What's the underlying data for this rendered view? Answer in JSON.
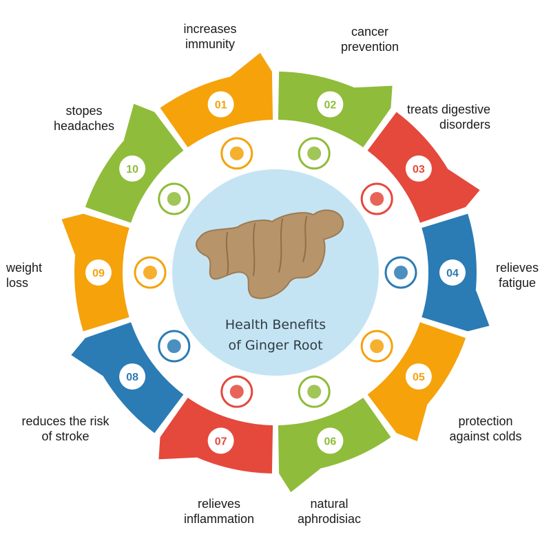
{
  "title": "Health Benefits\nof Ginger Root",
  "colors": {
    "orange": "#f5a20b",
    "green": "#8fbc3a",
    "red": "#e4493c",
    "blue": "#2b7bb5",
    "center": "#c5e4f3",
    "ginger": "#b8946a"
  },
  "benefits": [
    {
      "number": "01",
      "label": "increases\nimmunity",
      "color": "#f5a20b",
      "icon": "shield-virus-icon"
    },
    {
      "number": "02",
      "label": "cancer\nprevention",
      "color": "#8fbc3a",
      "icon": "no-cancer-cells-icon"
    },
    {
      "number": "03",
      "label": "treats digestive\ndisorders",
      "color": "#e4493c",
      "icon": "stomach-gears-icon"
    },
    {
      "number": "04",
      "label": "relieves\nfatigue",
      "color": "#2b7bb5",
      "icon": "flexed-arm-icon"
    },
    {
      "number": "05",
      "label": "protection\nagainst colds",
      "color": "#f5a20b",
      "icon": "sore-throat-head-icon"
    },
    {
      "number": "06",
      "label": "natural\naphrodisiac",
      "color": "#8fbc3a",
      "icon": "couple-heart-icon"
    },
    {
      "number": "07",
      "label": "relieves\ninflammation",
      "color": "#e4493c",
      "icon": "inflamed-joint-icon"
    },
    {
      "number": "08",
      "label": "reduces the risk\nof stroke",
      "color": "#2b7bb5",
      "icon": "brain-stroke-icon"
    },
    {
      "number": "09",
      "label": "weight\nloss",
      "color": "#f5a20b",
      "icon": "slim-waist-icon"
    },
    {
      "number": "10",
      "label": "stopes\nheadaches",
      "color": "#8fbc3a",
      "icon": "headache-head-icon"
    }
  ]
}
